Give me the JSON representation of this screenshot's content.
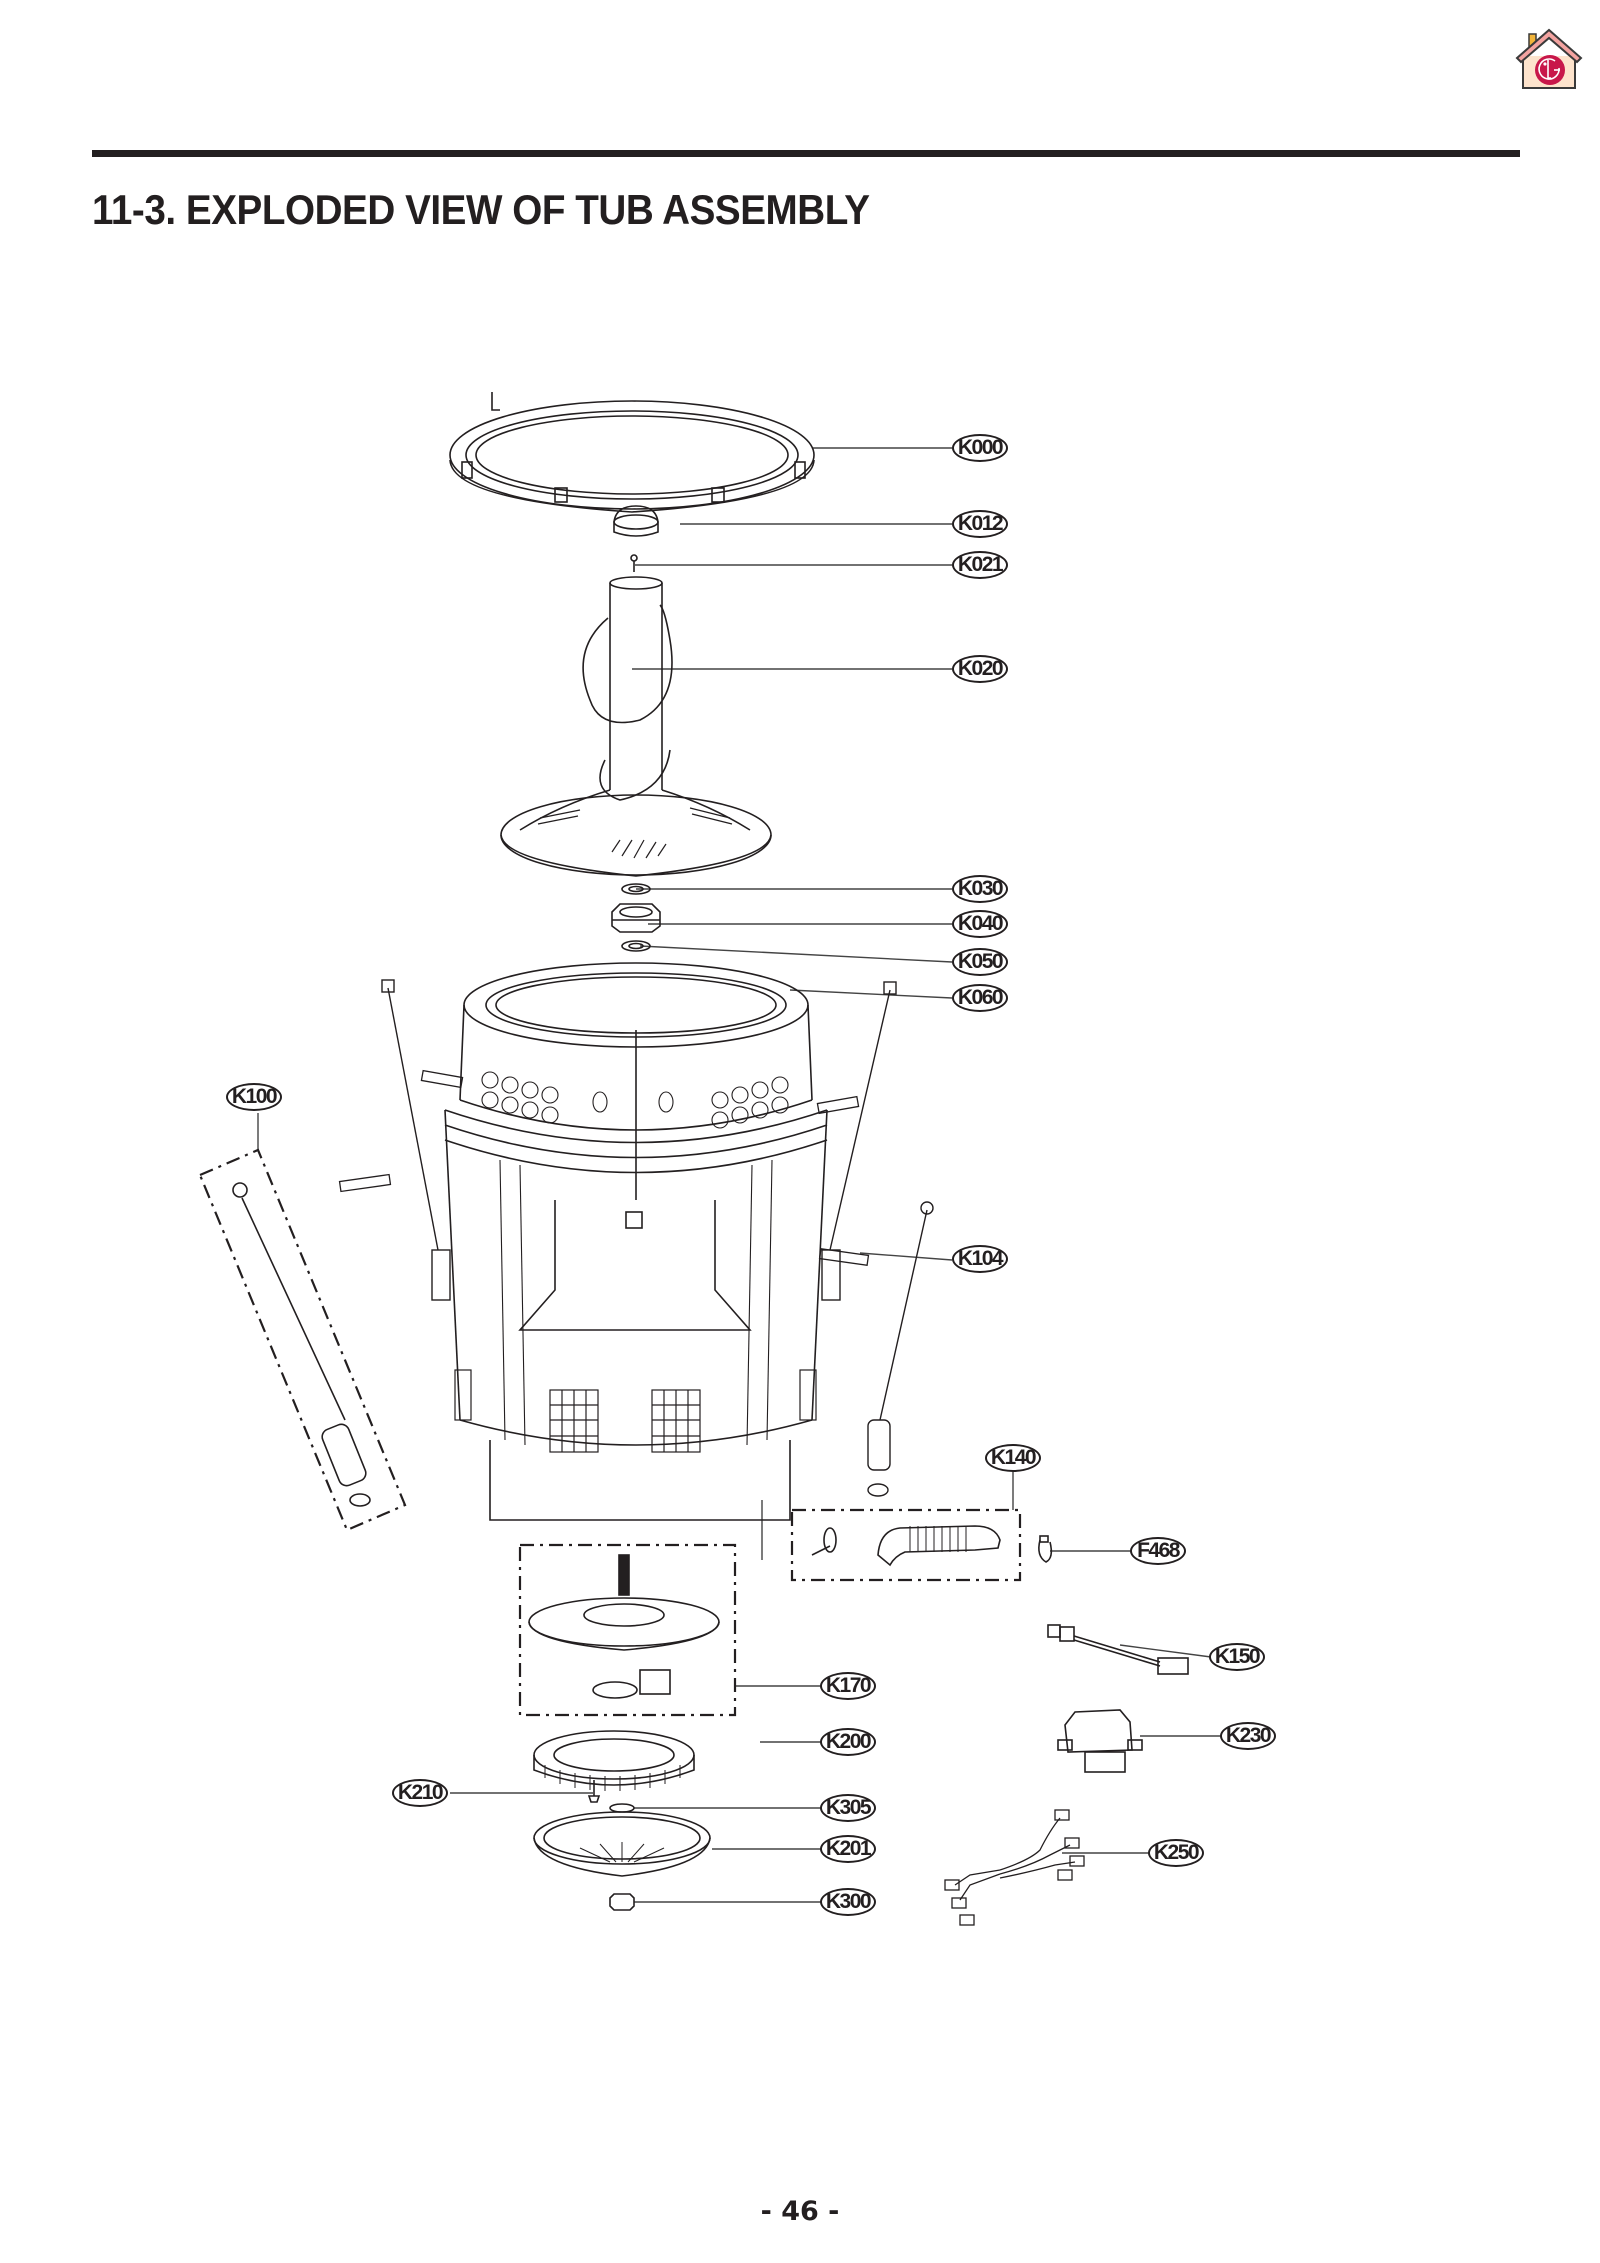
{
  "header": {
    "logo": "lg-home-icon",
    "accent_color": "#c8174a",
    "title": "11-3. EXPLODED VIEW OF TUB ASSEMBLY"
  },
  "diagram": {
    "type": "exploded-parts-view",
    "callouts": [
      {
        "id": "K000",
        "label": "K000"
      },
      {
        "id": "K012",
        "label": "K012"
      },
      {
        "id": "K021",
        "label": "K021"
      },
      {
        "id": "K020",
        "label": "K020"
      },
      {
        "id": "K030",
        "label": "K030"
      },
      {
        "id": "K040",
        "label": "K040"
      },
      {
        "id": "K050",
        "label": "K050"
      },
      {
        "id": "K060",
        "label": "K060"
      },
      {
        "id": "K100",
        "label": "K100"
      },
      {
        "id": "K104",
        "label": "K104"
      },
      {
        "id": "K140",
        "label": "K140"
      },
      {
        "id": "F468",
        "label": "F468"
      },
      {
        "id": "K150",
        "label": "K150"
      },
      {
        "id": "K170",
        "label": "K170"
      },
      {
        "id": "K200",
        "label": "K200"
      },
      {
        "id": "K230",
        "label": "K230"
      },
      {
        "id": "K210",
        "label": "K210"
      },
      {
        "id": "K305",
        "label": "K305"
      },
      {
        "id": "K201",
        "label": "K201"
      },
      {
        "id": "K250",
        "label": "K250"
      },
      {
        "id": "K300",
        "label": "K300"
      }
    ]
  },
  "footer": {
    "page_number": "- 46 -"
  }
}
